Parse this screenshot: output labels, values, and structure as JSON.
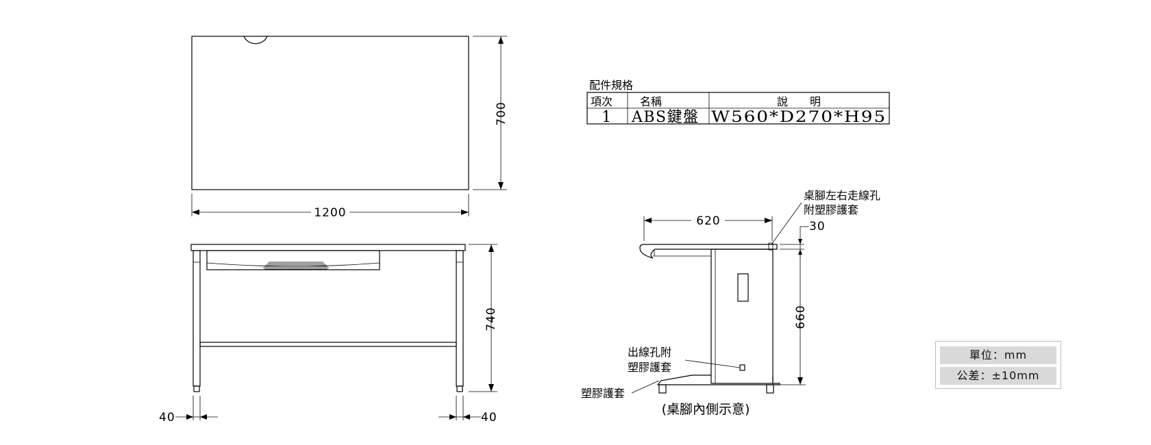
{
  "top_view": {
    "width_dim": "1200",
    "depth_dim": "700"
  },
  "front_view": {
    "height_dim": "740",
    "leg_left_dim": "40",
    "leg_right_dim": "40"
  },
  "parts_table": {
    "title": "配件規格",
    "headers": [
      "項次",
      "名稱",
      "說　　明"
    ],
    "rows": [
      {
        "no": "1",
        "name": "ABS鍵盤",
        "desc": "W560*D270*H95"
      }
    ]
  },
  "side_view": {
    "depth_dim": "620",
    "top_thickness_dim": "30",
    "height_dim": "660",
    "note_wire_hole_line1": "桌腳左右走線孔",
    "note_wire_hole_line2": "附塑膠護套",
    "note_outlet_line1": "出線孔附",
    "note_outlet_line2": "塑膠護套",
    "note_cover": "塑膠護套",
    "caption": "(桌腳內側示意)"
  },
  "units": {
    "unit": "單位：mm",
    "tolerance": "公差：±10mm"
  }
}
